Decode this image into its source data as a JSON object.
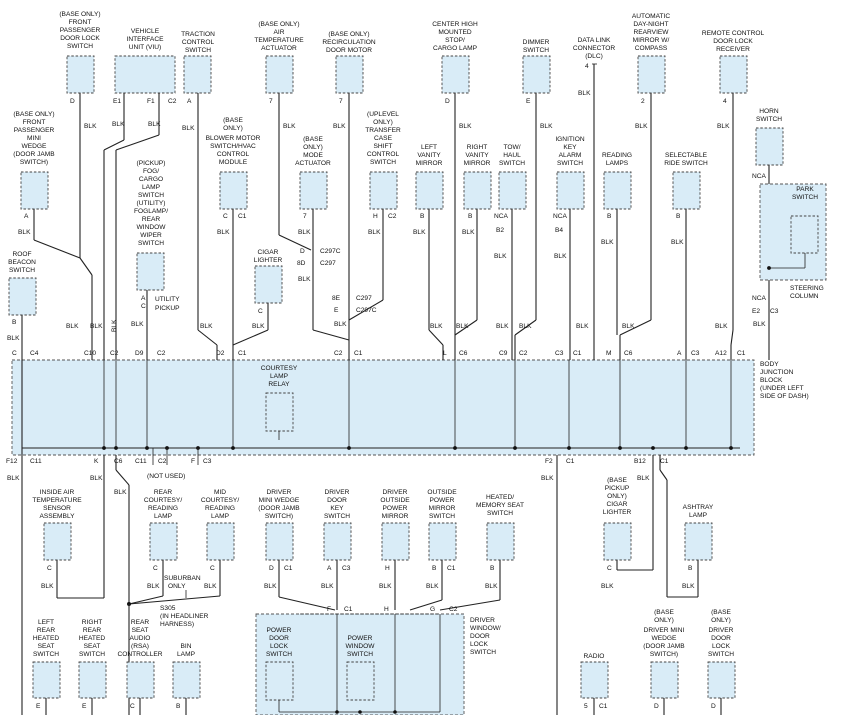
{
  "components": [
    {
      "id": "front-pass-door-lock",
      "lines": [
        "(BASE ONLY)",
        "FRONT",
        "PASSENGER",
        "DOOR LOCK",
        "SWITCH"
      ]
    },
    {
      "id": "viu",
      "lines": [
        "VEHICLE",
        "INTERFACE",
        "UNIT (VIU)"
      ]
    },
    {
      "id": "traction-control",
      "lines": [
        "TRACTION",
        "CONTROL",
        "SWITCH"
      ]
    },
    {
      "id": "air-temp-actuator",
      "lines": [
        "(BASE ONLY)",
        "AIR",
        "TEMPERATURE",
        "ACTUATOR"
      ]
    },
    {
      "id": "recirc-door-motor",
      "lines": [
        "(BASE ONLY)",
        "RECIRCULATION",
        "DOOR MOTOR"
      ]
    },
    {
      "id": "chmsl",
      "lines": [
        "CENTER HIGH",
        "MOUNTED",
        "STOP/",
        "CARGO LAMP"
      ]
    },
    {
      "id": "dimmer",
      "lines": [
        "DIMMER",
        "SWITCH"
      ]
    },
    {
      "id": "dlc",
      "lines": [
        "DATA LINK",
        "CONNECTOR",
        "(DLC)"
      ]
    },
    {
      "id": "auto-mirror",
      "lines": [
        "AUTOMATIC",
        "DAY-NIGHT",
        "REARVIEW",
        "MIRROR W/",
        "COMPASS"
      ]
    },
    {
      "id": "remote-receiver",
      "lines": [
        "REMOTE CONTROL",
        "DOOR LOCK",
        "RECEIVER"
      ]
    },
    {
      "id": "front-pass-mini-wedge",
      "lines": [
        "(BASE ONLY)",
        "FRONT",
        "PASSENGER",
        "MINI",
        "WEDGE",
        "(DOOR JAMB",
        "SWITCH)"
      ]
    },
    {
      "id": "blower-control",
      "lines": [
        "(BASE",
        "ONLY)",
        "BLOWER MOTOR",
        "SWITCH/HVAC",
        "CONTROL",
        "MODULE"
      ]
    },
    {
      "id": "pickup-switch",
      "lines": [
        "(PICKUP)",
        "FOG/",
        "CARGO",
        "LAMP",
        "SWITCH",
        "(UTILITY)",
        "FOGLAMP/",
        "REAR",
        "WINDOW",
        "WIPER",
        "SWITCH"
      ]
    },
    {
      "id": "mode-actuator",
      "lines": [
        "(BASE",
        "ONLY)",
        "MODE",
        "ACTUATOR"
      ]
    },
    {
      "id": "transfer-case",
      "lines": [
        "(UPLEVEL",
        "ONLY)",
        "TRANSFER",
        "CASE",
        "SHIFT",
        "CONTROL",
        "SWITCH"
      ]
    },
    {
      "id": "left-vanity",
      "lines": [
        "LEFT",
        "VANITY",
        "MIRROR"
      ]
    },
    {
      "id": "right-vanity",
      "lines": [
        "RIGHT",
        "VANITY",
        "MIRROR"
      ]
    },
    {
      "id": "tow-haul",
      "lines": [
        "TOW/",
        "HAUL",
        "SWITCH"
      ]
    },
    {
      "id": "ignition-key-alarm",
      "lines": [
        "IGNITION",
        "KEY",
        "ALARM",
        "SWITCH"
      ]
    },
    {
      "id": "reading-lamps",
      "lines": [
        "READING",
        "LAMPS"
      ]
    },
    {
      "id": "selectable-ride",
      "lines": [
        "SELECTABLE",
        "RIDE SWITCH"
      ]
    },
    {
      "id": "horn",
      "lines": [
        "HORN",
        "SWITCH"
      ]
    },
    {
      "id": "park",
      "lines": [
        "PARK",
        "SWITCH"
      ]
    },
    {
      "id": "roof-beacon",
      "lines": [
        "ROOF",
        "BEACON",
        "SWITCH"
      ]
    },
    {
      "id": "cigar-lighter",
      "lines": [
        "CIGAR",
        "LIGHTER"
      ]
    },
    {
      "id": "inside-air-temp",
      "lines": [
        "INSIDE AIR",
        "TEMPERATURE",
        "SENSOR",
        "ASSEMBLY"
      ]
    },
    {
      "id": "rear-courtesy",
      "lines": [
        "REAR",
        "COURTESY/",
        "READING",
        "LAMP"
      ]
    },
    {
      "id": "mid-courtesy",
      "lines": [
        "MID",
        "COURTESY/",
        "READING",
        "LAMP"
      ]
    },
    {
      "id": "driver-mini-wedge",
      "lines": [
        "DRIVER",
        "MINI WEDGE",
        "(DOOR JAMB",
        "SWITCH)"
      ]
    },
    {
      "id": "driver-door-key",
      "lines": [
        "DRIVER",
        "DOOR",
        "KEY",
        "SWITCH"
      ]
    },
    {
      "id": "driver-outside-mirror",
      "lines": [
        "DRIVER",
        "OUTSIDE",
        "POWER",
        "MIRROR"
      ]
    },
    {
      "id": "outside-mirror-switch",
      "lines": [
        "OUTSIDE",
        "POWER",
        "MIRROR",
        "SWITCH"
      ]
    },
    {
      "id": "heated-memory-seat",
      "lines": [
        "HEATED/",
        "MEMORY SEAT",
        "SWITCH"
      ]
    },
    {
      "id": "pickup-cigar",
      "lines": [
        "(BASE",
        "PICKUP",
        "ONLY)",
        "CIGAR",
        "LIGHTER"
      ]
    },
    {
      "id": "ashtray-lamp",
      "lines": [
        "ASHTRAY",
        "LAMP"
      ]
    },
    {
      "id": "left-rear-heated",
      "lines": [
        "LEFT",
        "REAR",
        "HEATED",
        "SEAT",
        "SWITCH"
      ]
    },
    {
      "id": "right-rear-heated",
      "lines": [
        "RIGHT",
        "REAR",
        "HEATED",
        "SEAT",
        "SWITCH"
      ]
    },
    {
      "id": "rsa",
      "lines": [
        "REAR",
        "SEAT",
        "AUDIO",
        "(RSA)",
        "CONTROLLER"
      ]
    },
    {
      "id": "bin-lamp",
      "lines": [
        "BIN",
        "LAMP"
      ]
    },
    {
      "id": "power-door-lock",
      "lines": [
        "POWER",
        "DOOR",
        "LOCK",
        "SWITCH"
      ]
    },
    {
      "id": "power-window",
      "lines": [
        "POWER",
        "WINDOW",
        "SWITCH"
      ]
    },
    {
      "id": "radio",
      "lines": [
        "RADIO"
      ]
    },
    {
      "id": "driver-mini-wedge-2",
      "lines": [
        "(BASE",
        "ONLY)",
        "DRIVER MINI",
        "WEDGE",
        "(DOOR JAMB",
        "SWITCH)"
      ]
    },
    {
      "id": "driver-door-lock",
      "lines": [
        "(BASE",
        "ONLY)",
        "DRIVER",
        "DOOR",
        "LOCK",
        "SWITCH"
      ]
    }
  ],
  "labels": {
    "courtesy_relay": [
      "COURTESY",
      "LAMP",
      "RELAY"
    ],
    "body_junction": [
      "BODY",
      "JUNCTION",
      "BLOCK",
      "(UNDER LEFT",
      "SIDE OF DASH)"
    ],
    "steering_column": [
      "STEERING",
      "COLUMN"
    ],
    "utility_pickup": [
      "UTILITY",
      "PICKUP"
    ],
    "not_used": "(NOT USED)",
    "suburban_only": [
      "SUBURBAN",
      "ONLY"
    ],
    "s305": [
      "S305",
      "(IN HEADLINER",
      "HARNESS)"
    ],
    "driver_window_door": [
      "DRIVER",
      "WINDOW/",
      "DOOR",
      "LOCK",
      "SWITCH"
    ]
  },
  "wire": "BLK",
  "wire_nca": "NCA"
}
